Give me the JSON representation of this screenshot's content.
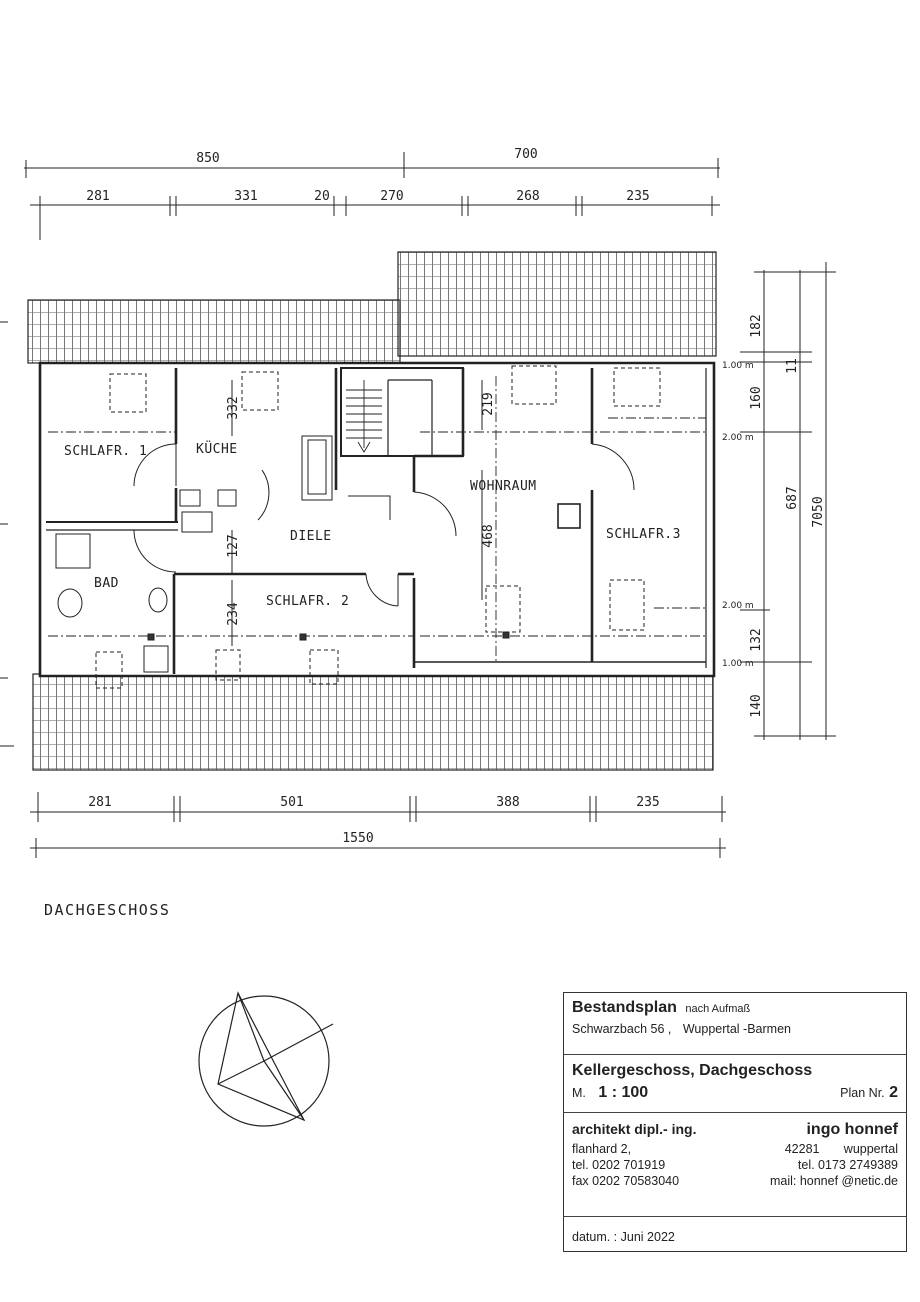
{
  "dimensions": {
    "top_total_left": "850",
    "top_total_right": "700",
    "top_parts": [
      "281",
      "331",
      "20",
      "270",
      "268",
      "235"
    ],
    "bottom_parts": [
      "281",
      "501",
      "388",
      "235"
    ],
    "bottom_total": "1550",
    "right_parts": [
      "182",
      "11",
      "160",
      "687",
      "132",
      "140"
    ],
    "right_total": "7050",
    "levels": [
      "1.00 m",
      "2.00 m",
      "2.00 m",
      "1.00 m"
    ],
    "inner": [
      "332",
      "219",
      "468",
      "127",
      "234"
    ]
  },
  "rooms": {
    "schlafr1": "SCHLAFR. 1",
    "kueche": "KÜCHE",
    "diele": "DIELE",
    "wohnraum": "WOHNRAUM",
    "schlafr3": "SCHLAFR.3",
    "bad": "BAD",
    "schlafr2": "SCHLAFR. 2"
  },
  "floor_title": "DACHGESCHOSS",
  "title_block": {
    "plan_type": "Bestandsplan",
    "plan_note": "nach Aufmaß",
    "address": "Schwarzbach 56 ,",
    "city": "Wuppertal -Barmen",
    "floors": "Kellergeschoss, Dachgeschoss",
    "scale_label": "M.",
    "scale_value": "1 : 100",
    "plan_no_label": "Plan Nr.",
    "plan_no": "2",
    "architect_title": "architekt dipl.- ing.",
    "architect_name": "ingo honnef",
    "street": "flanhard 2,",
    "zip_city": "42281       wuppertal",
    "tel1": "tel. 0202 701919",
    "tel2": "tel. 0173 2749389",
    "fax": "fax 0202 70583040",
    "mail": "mail: honnef @netic.de",
    "date": "datum. : Juni 2022"
  },
  "colors": {
    "ink": "#222222",
    "paper": "#ffffff"
  }
}
